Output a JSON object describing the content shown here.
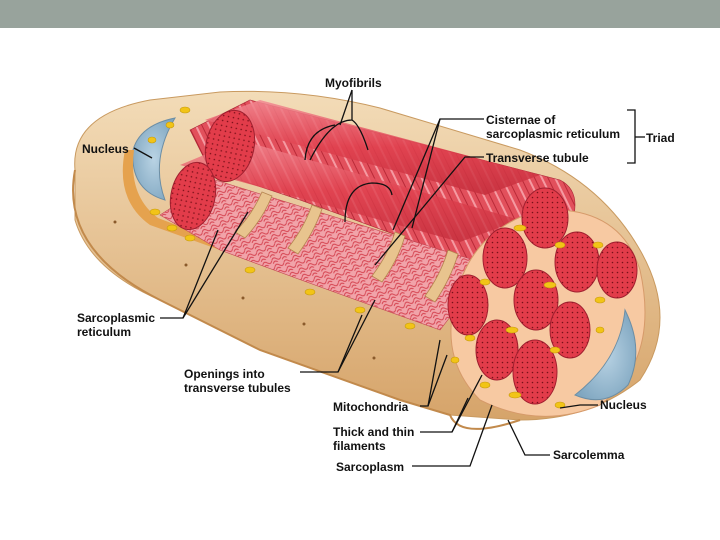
{
  "labels": {
    "myofibrils": "Myofibrils",
    "nucleus_left": "Nucleus",
    "cisternae": "Cisternae of\nsarcoplasmic reticulum",
    "triad": "Triad",
    "transverse_tubule": "Transverse tubule",
    "sarcoplasmic_reticulum": "Sarcoplasmic\nreticulum",
    "openings": "Openings into\ntransverse tubules",
    "mitochondria": "Mitochondria",
    "filaments": "Thick and thin\nfilaments",
    "sarcoplasm": "Sarcoplasm",
    "nucleus_right": "Nucleus",
    "sarcolemma": "Sarcolemma"
  },
  "colors": {
    "header_bar": "#98a39c",
    "myofibril_red": "#e03a48",
    "myofibril_light": "#f07c86",
    "fiber_tan": "#d9a870",
    "fiber_light": "#f2d9b3",
    "nucleus_blue": "#8fb4cc",
    "mitochondria_yellow": "#f2c417"
  }
}
